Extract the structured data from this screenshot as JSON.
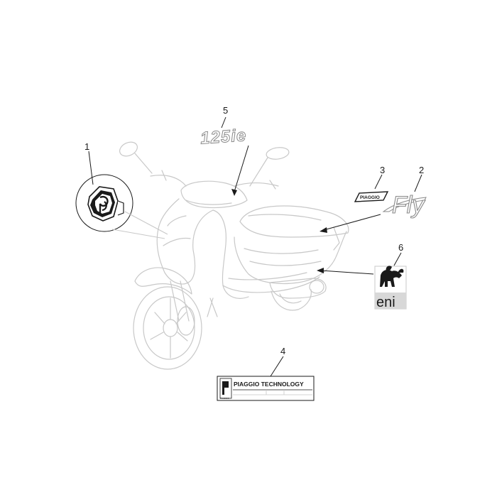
{
  "callouts": [
    {
      "number": "1"
    },
    {
      "number": "2"
    },
    {
      "number": "3"
    },
    {
      "number": "4"
    },
    {
      "number": "5"
    },
    {
      "number": "6"
    }
  ],
  "decals": {
    "model_badge": "125ie",
    "brand_small": "PIAGGIO",
    "model_script": "Fly",
    "tech_label": "PIAGGIO TECHNOLOGY",
    "tech_label_small": "PIAGGIO",
    "sponsor": "eni"
  },
  "colors": {
    "outline_faint": "#c8c8c8",
    "outline_dark": "#1a1a1a",
    "leader": "#1a1a1a",
    "eni_bg": "#d8d8d8"
  }
}
